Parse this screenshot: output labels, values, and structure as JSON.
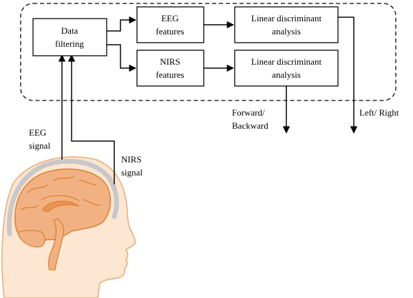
{
  "blocks": {
    "data_filtering": {
      "line1": "Data",
      "line2": "filtering"
    },
    "eeg_features": {
      "line1": "EEG",
      "line2": "features"
    },
    "nirs_features": {
      "line1": "NIRS",
      "line2": "features"
    },
    "lda_top": {
      "line1": "Linear discriminant",
      "line2": "analysis"
    },
    "lda_bottom": {
      "line1": "Linear discriminant",
      "line2": "analysis"
    }
  },
  "outputs": {
    "forward_backward": {
      "line1": "Forward/",
      "line2": "Backward"
    },
    "left_right": "Left/ Right"
  },
  "inputs": {
    "eeg_signal": {
      "line1": "EEG",
      "line2": "signal"
    },
    "nirs_signal": {
      "line1": "NIRS",
      "line2": "signal"
    }
  },
  "colors": {
    "brain": "#f2b183",
    "brain_outline": "#d9822b",
    "skull": "#c8c8c8",
    "skin": "#fde6d2",
    "skin_outline": "#e8a96f"
  }
}
